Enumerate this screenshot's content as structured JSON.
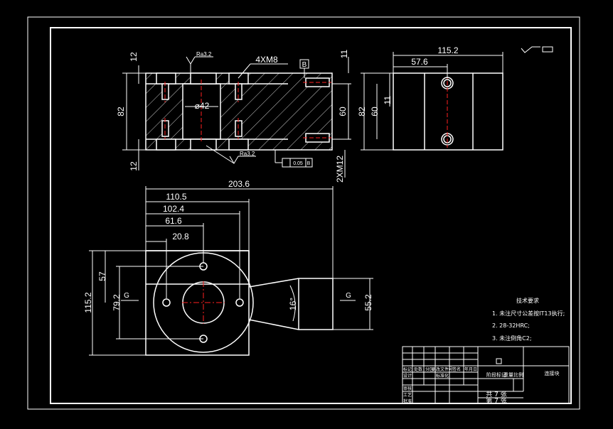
{
  "colors": {
    "background": "#000000",
    "line": "#ffffff",
    "accent": "#ff2020"
  },
  "front_view": {
    "dim_top": "12",
    "dim_bottom": "12",
    "dim_height": "82",
    "thread_top": "4XM8",
    "thread_side": "2XM12",
    "bore": "⌀42",
    "right_height": "60",
    "right_top": "11",
    "roughness_top": "Ra3.2",
    "roughness_bottom": "Ra3.2",
    "datum": "B",
    "tolerance_value": "0.05",
    "tolerance_datum": "B"
  },
  "side_view": {
    "width": "115.2",
    "inner": "57.6",
    "height": "82",
    "inner_height": "60",
    "offset": "11"
  },
  "top_view": {
    "len_total": "203.6",
    "len_a": "110.5",
    "len_b": "102.4",
    "len_c": "61.6",
    "len_d": "20.8",
    "height": "115.2",
    "inner_57": "57",
    "bore_79": "79.2",
    "angle": "16°",
    "end_height": "55.2",
    "section_left": "G",
    "section_right": "G"
  },
  "notes": {
    "title": "技术要求",
    "items": [
      "1. 未注尺寸公差按IT13执行;",
      "2. 28-32HRC;",
      "3. 未注倒角C2;"
    ]
  },
  "title_block": {
    "part_name": "连接块",
    "sheet_total": "共 7 张",
    "sheet_no": "第 7 张",
    "stage_mark": "阶段标记",
    "weight": "重量",
    "scale": "比例",
    "header_cells": [
      "标记",
      "处数",
      "分区",
      "更改文件号",
      "签名",
      "年月日"
    ],
    "row_labels": [
      "设计",
      "审核",
      "工艺",
      "批准"
    ],
    "standardize": "标准化"
  }
}
